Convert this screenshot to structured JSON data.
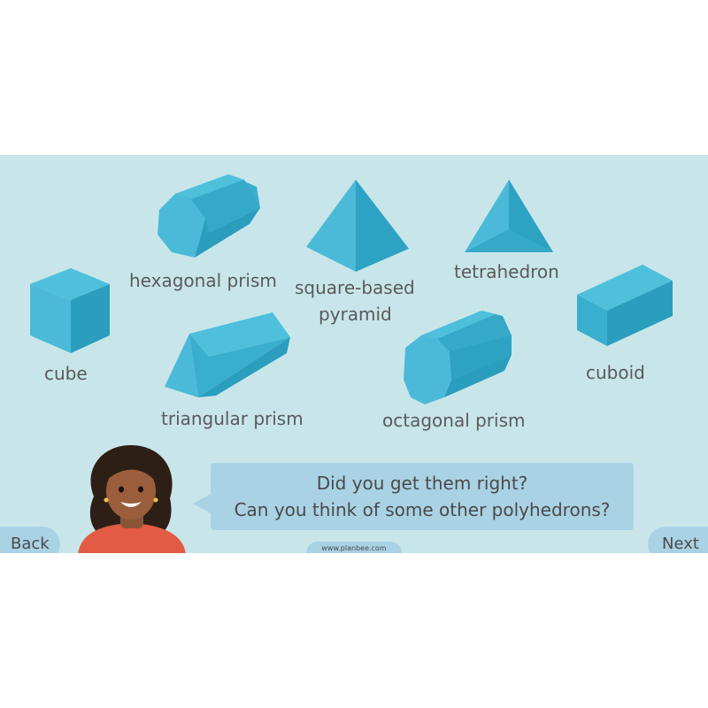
{
  "shapes": {
    "hexagonal_prism": "hexagonal prism",
    "square_pyramid_line1": "square-based",
    "square_pyramid_line2": "pyramid",
    "tetrahedron": "tetrahedron",
    "cube": "cube",
    "cuboid": "cuboid",
    "triangular_prism": "triangular prism",
    "octagonal_prism": "octagonal prism"
  },
  "speech": {
    "line1": "Did you get them right?",
    "line2": "Can you think of some other polyhedrons?"
  },
  "nav": {
    "back": "Back",
    "next": "Next"
  },
  "footer": {
    "site": "www.planbee.com"
  },
  "colors": {
    "background": "#c8e6ea",
    "shape_light": "#4bbad8",
    "shape_mid": "#3aaecd",
    "shape_dark": "#2b9dbd",
    "bubble": "#a9d2e4",
    "text": "#5a5a5a"
  },
  "icons": {
    "character": "teacher-avatar"
  }
}
